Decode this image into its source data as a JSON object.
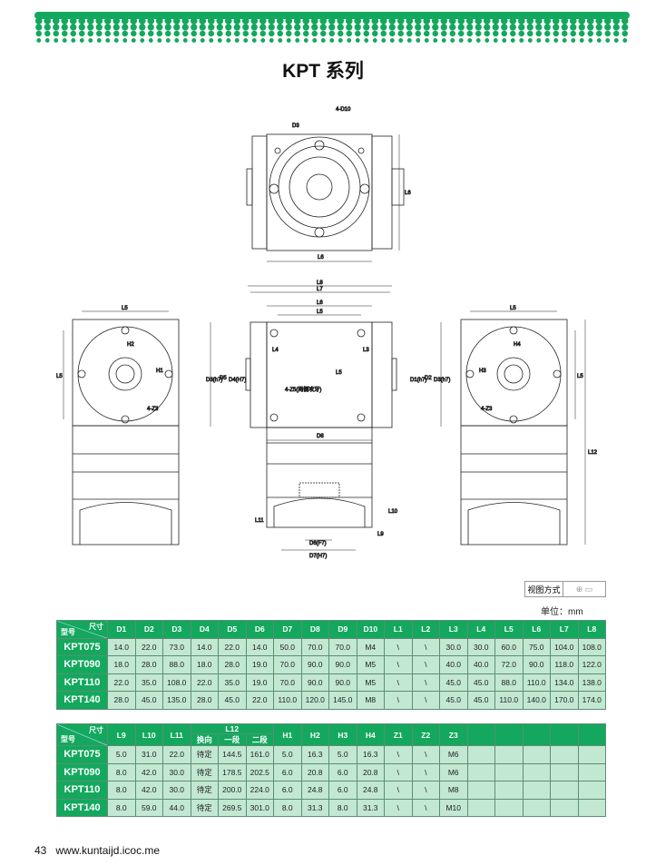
{
  "header": {
    "title": "KPT 系列"
  },
  "drawing_labels": {
    "top": {
      "d3": "D3",
      "d10": "4-D10",
      "l6a": "L6",
      "l6b": "L6"
    },
    "left": {
      "l5a": "L5",
      "l5b": "L5",
      "h2": "H2",
      "h1": "H1",
      "z3": "4-Z3"
    },
    "mid": {
      "l8": "L8",
      "l7": "L7",
      "l6": "L6",
      "l5": "L5",
      "l4": "L4",
      "l3": "L3",
      "l5v": "L5",
      "d3l": "D3(h7)",
      "d5": "D5",
      "d4": "D4(H7)",
      "d1": "D1(h7)",
      "d2": "D2",
      "d3r": "D3(h7)",
      "z5": "4-Z5(两侧攻牙)",
      "d8": "D8",
      "l11": "L11",
      "l10": "L10",
      "l9": "L9",
      "d6": "D6(F7)",
      "d7": "D7(H7)"
    },
    "right": {
      "l5a": "L5",
      "l5b": "L5",
      "h4": "H4",
      "h3": "H3",
      "z3": "4-Z3",
      "l12": "L12"
    }
  },
  "view_method": {
    "label": "视图方式"
  },
  "unit": "单位：mm",
  "table1": {
    "corner_top": "尺寸",
    "corner_bottom": "型号",
    "columns": [
      "D1",
      "D2",
      "D3",
      "D4",
      "D5",
      "D6",
      "D7",
      "D8",
      "D9",
      "D10",
      "L1",
      "L2",
      "L3",
      "L4",
      "L5",
      "L6",
      "L7",
      "L8"
    ],
    "rows": [
      {
        "model": "KPT075",
        "values": [
          "14.0",
          "22.0",
          "73.0",
          "14.0",
          "22.0",
          "14.0",
          "50.0",
          "70.0",
          "70.0",
          "M4",
          "\\",
          "\\",
          "30.0",
          "30.0",
          "60.0",
          "75.0",
          "104.0",
          "108.0"
        ]
      },
      {
        "model": "KPT090",
        "values": [
          "18.0",
          "28.0",
          "88.0",
          "18.0",
          "28.0",
          "19.0",
          "70.0",
          "90.0",
          "90.0",
          "M5",
          "\\",
          "\\",
          "40.0",
          "40.0",
          "72.0",
          "90.0",
          "118.0",
          "122.0"
        ]
      },
      {
        "model": "KPT110",
        "values": [
          "22.0",
          "35.0",
          "108.0",
          "22.0",
          "35.0",
          "19.0",
          "70.0",
          "90.0",
          "90.0",
          "M5",
          "\\",
          "\\",
          "45.0",
          "45.0",
          "88.0",
          "110.0",
          "134.0",
          "138.0"
        ]
      },
      {
        "model": "KPT140",
        "values": [
          "28.0",
          "45.0",
          "135.0",
          "28.0",
          "45.0",
          "22.0",
          "110.0",
          "120.0",
          "145.0",
          "M8",
          "\\",
          "\\",
          "45.0",
          "45.0",
          "110.0",
          "140.0",
          "170.0",
          "174.0"
        ]
      }
    ]
  },
  "table2": {
    "corner_top": "尺寸",
    "corner_bottom": "型号",
    "columns": [
      "L9",
      "L10",
      "L11",
      "L12",
      "H1",
      "H2",
      "H3",
      "H4",
      "Z1",
      "Z2",
      "Z3"
    ],
    "l12_sub": [
      "换向",
      "一段",
      "二段"
    ],
    "rows": [
      {
        "model": "KPT075",
        "values": [
          "5.0",
          "31.0",
          "22.0",
          "待定",
          "144.5",
          "161.0",
          "5.0",
          "16.3",
          "5.0",
          "16.3",
          "\\",
          "\\",
          "M6"
        ]
      },
      {
        "model": "KPT090",
        "values": [
          "8.0",
          "42.0",
          "30.0",
          "待定",
          "178.5",
          "202.5",
          "6.0",
          "20.8",
          "6.0",
          "20.8",
          "\\",
          "\\",
          "M6"
        ]
      },
      {
        "model": "KPT110",
        "values": [
          "8.0",
          "42.0",
          "30.0",
          "待定",
          "200.0",
          "224.0",
          "6.0",
          "24.8",
          "6.0",
          "24.8",
          "\\",
          "\\",
          "M8"
        ]
      },
      {
        "model": "KPT140",
        "values": [
          "8.0",
          "59.0",
          "44.0",
          "待定",
          "269.5",
          "301.0",
          "8.0",
          "31.3",
          "8.0",
          "31.3",
          "\\",
          "\\",
          "M10"
        ]
      }
    ]
  },
  "footer": {
    "page": "43",
    "url": "www.kuntaijd.icoc.me"
  },
  "colors": {
    "brand_green": "#13a85e",
    "cell_green": "#c2e8d2"
  }
}
